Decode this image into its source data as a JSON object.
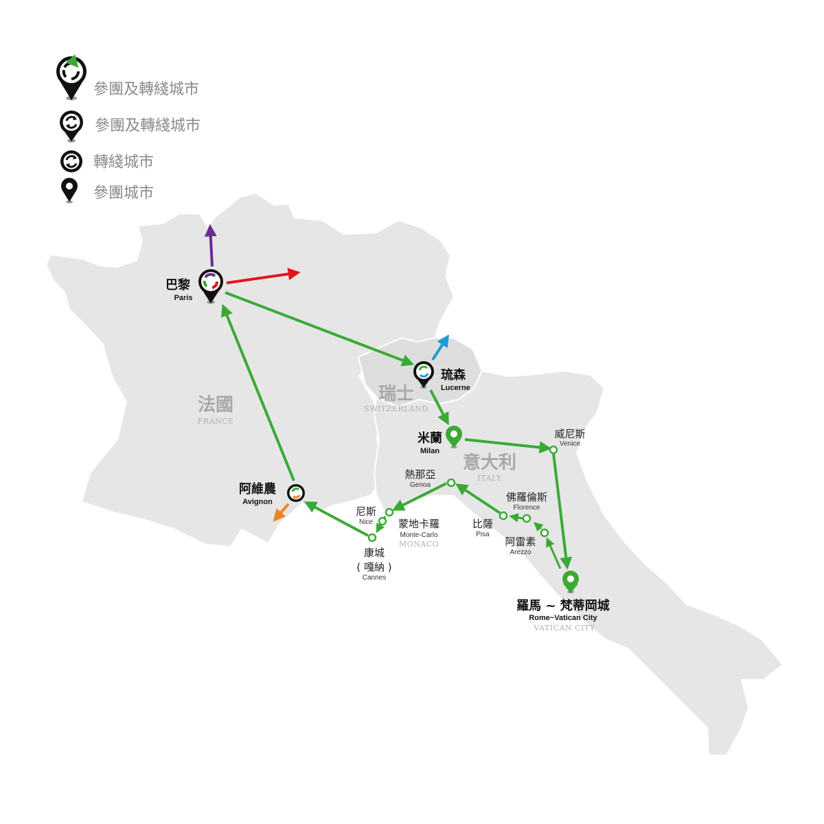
{
  "legend": [
    {
      "label": "參團及轉綫城市",
      "icon": "tri-arrow-pin-icon"
    },
    {
      "label": "參團及轉綫城市",
      "icon": "transfer-pin-icon"
    },
    {
      "label": "轉綫城市",
      "icon": "transfer-icon"
    },
    {
      "label": "參團城市",
      "icon": "location-pin-icon"
    }
  ],
  "countries": {
    "france": {
      "zh": "法國",
      "en": "FRANCE"
    },
    "switzerland": {
      "zh": "瑞士",
      "en": "SWITZERLAND"
    },
    "italy": {
      "zh": "意大利",
      "en": "ITALY"
    },
    "monaco": {
      "en": "MONACO"
    },
    "vatican": {
      "en": "VATICAN CITY"
    }
  },
  "cities": {
    "paris": {
      "zh": "巴黎",
      "en": "Paris"
    },
    "lucerne": {
      "zh": "琉森",
      "en": "Lucerne"
    },
    "milan": {
      "zh": "米蘭",
      "en": "Milan"
    },
    "venice": {
      "zh": "威尼斯",
      "en": "Venice"
    },
    "genoa": {
      "zh": "熱那亞",
      "en": "Genoa"
    },
    "florence": {
      "zh": "佛羅倫斯",
      "en": "Florence"
    },
    "pisa": {
      "zh": "比薩",
      "en": "Pisa"
    },
    "arezzo": {
      "zh": "阿雷素",
      "en": "Arezzo"
    },
    "nice": {
      "zh": "尼斯",
      "en": "Nice"
    },
    "montecarlo": {
      "zh": "蒙地卡羅",
      "en": "Monte-Carlo"
    },
    "cannes": {
      "zh1": "康城",
      "zh2": "( 嘎納 )",
      "en": "Cannes"
    },
    "avignon": {
      "zh": "阿維農",
      "en": "Avignon"
    },
    "rome": {
      "zh": "羅馬 ~ 梵蒂岡城",
      "en": "Rome~Vatican City"
    }
  },
  "colors": {
    "route": "#3aaa35",
    "land": "#e6e6e6",
    "legend_text": "#8a8a8a",
    "arrow_purple": "#6a2c91",
    "arrow_red": "#e3161b",
    "arrow_blue": "#1e9ad6",
    "arrow_orange": "#ee8222",
    "pin": "#111111"
  }
}
